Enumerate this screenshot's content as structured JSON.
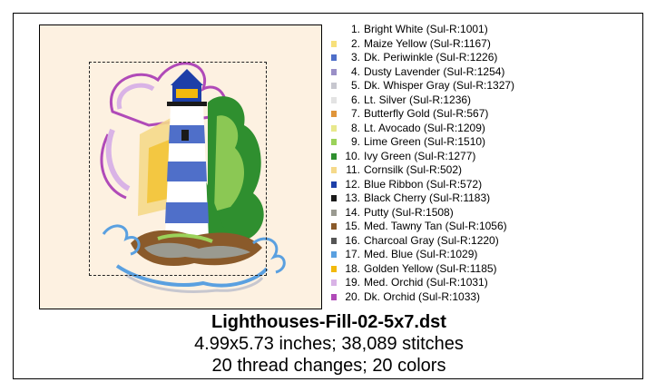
{
  "design": {
    "filename": "Lighthouses-Fill-02-5x7.dst",
    "size_stitches": "4.99x5.73 inches; 38,089 stitches",
    "changes_colors": "20 thread changes; 20 colors"
  },
  "thread_list": [
    {
      "num": "1.",
      "name": "Bright White (Sul-R:1001)",
      "color": "#ffffff"
    },
    {
      "num": "2.",
      "name": "Maize Yellow (Sul-R:1167)",
      "color": "#f7e07a"
    },
    {
      "num": "3.",
      "name": "Dk. Periwinkle (Sul-R:1226)",
      "color": "#4f6fc9"
    },
    {
      "num": "4.",
      "name": "Dusty Lavender (Sul-R:1254)",
      "color": "#9a8fc7"
    },
    {
      "num": "5.",
      "name": "Dk. Whisper Gray (Sul-R:1327)",
      "color": "#c7c7cf"
    },
    {
      "num": "6.",
      "name": "Lt. Silver (Sul-R:1236)",
      "color": "#e3e3e3"
    },
    {
      "num": "7.",
      "name": "Butterfly Gold (Sul-R:567)",
      "color": "#e0953a"
    },
    {
      "num": "8.",
      "name": "Lt. Avocado (Sul-R:1209)",
      "color": "#e8e88c"
    },
    {
      "num": "9.",
      "name": "Lime Green (Sul-R:1510)",
      "color": "#9bd25a"
    },
    {
      "num": "10.",
      "name": "Ivy Green (Sul-R:1277)",
      "color": "#2f8f2f"
    },
    {
      "num": "11.",
      "name": "Cornsilk (Sul-R:502)",
      "color": "#f5d98a"
    },
    {
      "num": "12.",
      "name": "Blue Ribbon (Sul-R:572)",
      "color": "#1d3fa8"
    },
    {
      "num": "13.",
      "name": "Black Cherry (Sul-R:1183)",
      "color": "#1a1a1a"
    },
    {
      "num": "14.",
      "name": "Putty (Sul-R:1508)",
      "color": "#9a9a90"
    },
    {
      "num": "15.",
      "name": "Med. Tawny Tan (Sul-R:1056)",
      "color": "#8a5a2a"
    },
    {
      "num": "16.",
      "name": "Charcoal Gray (Sul-R:1220)",
      "color": "#555555"
    },
    {
      "num": "17.",
      "name": "Med. Blue (Sul-R:1029)",
      "color": "#5aa0e0"
    },
    {
      "num": "18.",
      "name": "Golden Yellow (Sul-R:1185)",
      "color": "#f2b90c"
    },
    {
      "num": "19.",
      "name": "Med. Orchid (Sul-R:1031)",
      "color": "#d9b3e6"
    },
    {
      "num": "20.",
      "name": "Dk. Orchid (Sul-R:1033)",
      "color": "#b04ab8"
    }
  ]
}
